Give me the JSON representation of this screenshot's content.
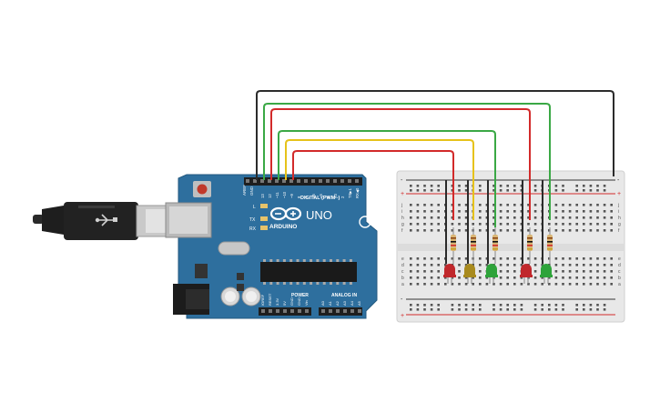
{
  "board": {
    "brand": "ARDUINO",
    "model": "UNO",
    "digital_header": "DIGITAL (PWM~)",
    "power_header": "POWER",
    "analog_header": "ANALOG IN",
    "aref": "AREF",
    "gnd": "GND",
    "tx": "TX",
    "rx": "RX",
    "l": "L",
    "pin_labels": [
      "13",
      "12",
      "~11",
      "~10",
      "~9",
      "8",
      "7",
      "~6",
      "~5",
      "4",
      "~3",
      "2",
      "TX▶1",
      "RX◀0"
    ],
    "power_pins": [
      "IOREF",
      "RESET",
      "3.3V",
      "5V",
      "GND",
      "GND",
      "Vin"
    ],
    "analog_pins": [
      "A0",
      "A1",
      "A2",
      "A3",
      "A4",
      "A5"
    ]
  },
  "breadboard": {
    "row_letters_top": [
      "j",
      "i",
      "h",
      "g",
      "f"
    ],
    "row_letters_bottom": [
      "e",
      "d",
      "c",
      "b",
      "a"
    ],
    "plus": "+",
    "minus": "-"
  },
  "leds": [
    {
      "color": "red",
      "hex": "#c0282c"
    },
    {
      "color": "yellow",
      "hex": "#a88a1e"
    },
    {
      "color": "green",
      "hex": "#2ea33a"
    },
    {
      "color": "red",
      "hex": "#c0282c"
    },
    {
      "color": "green",
      "hex": "#2ea33a"
    }
  ],
  "wire_colors": {
    "black": "#2b2b2b",
    "green": "#3aa845",
    "red": "#d22a2a",
    "yellow": "#e6c21a"
  },
  "colors": {
    "board": "#2e6f9e",
    "breadboard": "#e8e8e8",
    "usb_cable": "#222222"
  }
}
